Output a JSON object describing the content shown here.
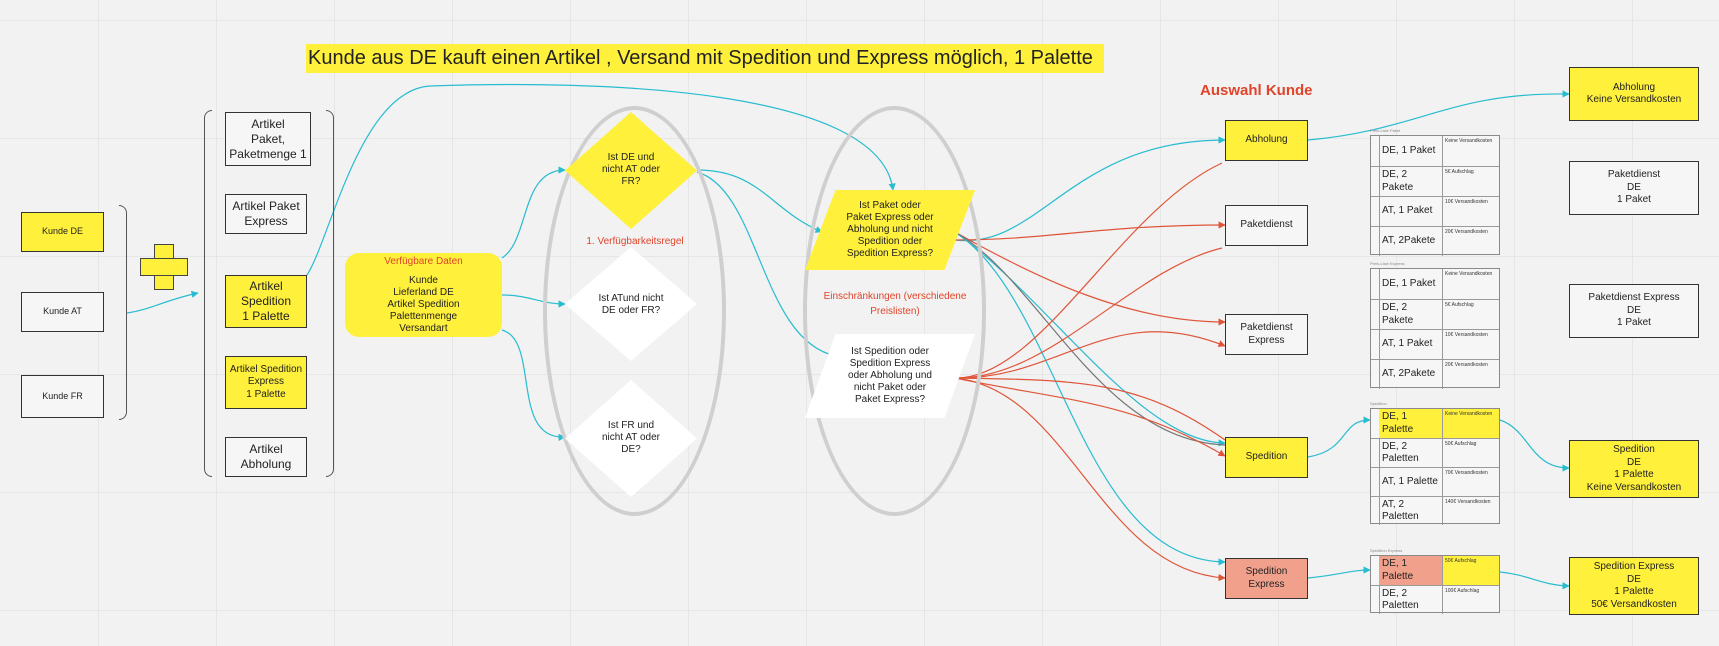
{
  "title": "Kunde aus DE kauft einen Artikel , Versand mit Spedition und Express möglich, 1 Palette",
  "customers": {
    "de": "Kunde DE",
    "at": "Kunde AT",
    "fr": "Kunde FR"
  },
  "articles": {
    "paket": "Artikel\nPaket,\nPaketmenge 1",
    "paket_express": "Artikel Paket\nExpress",
    "spedition": "Artikel\nSpedition\n1 Palette",
    "spedition_express": "Artikel Spedition\nExpress\n1 Palette",
    "abholung": "Artikel\nAbholung"
  },
  "data_box": {
    "heading": "Verfügbare Daten",
    "body": "Kunde\nLieferland DE\nArtikel Spedition\nPalettenmenge\nVersandart"
  },
  "availability": {
    "label": "1. Verfügbarkeitsregel",
    "q_de": "Ist DE und\nnicht AT oder\nFR?",
    "q_at": "Ist ATund nicht\nDE oder FR?",
    "q_fr": "Ist FR und\nnicht AT oder\nDE?"
  },
  "restrictions": {
    "label": "Einschränkungen (verschiedene\nPreislisten)",
    "q_paket": "Ist Paket oder\nPaket Express oder\nAbholung und nicht\nSpedition oder\nSpedition Express?",
    "q_spedition": "Ist Spedition oder\nSpedition Express\noder Abholung und\nnicht Paket oder\nPaket Express?"
  },
  "selection": {
    "label": "Auswahl Kunde",
    "abholung": "Abholung",
    "paketdienst": "Paketdienst",
    "paketdienst_express": "Paketdienst\nExpress",
    "spedition": "Spedition",
    "spedition_express": "Spedition\nExpress"
  },
  "price_tables": [
    {
      "caption": "Preis-Liste Paket",
      "rows": [
        {
          "label": "DE, 1 Paket",
          "note": "Keine Versandkosten",
          "highlight": false
        },
        {
          "label": "DE, 2 Pakete",
          "note": "5€ Aufschlag",
          "highlight": false
        },
        {
          "label": "AT, 1 Paket",
          "note": "10€ Versandkosten",
          "highlight": false
        },
        {
          "label": "AT, 2Pakete",
          "note": "20€ Versandkosten",
          "highlight": false
        }
      ]
    },
    {
      "caption": "Preis-Liste Express",
      "rows": [
        {
          "label": "DE, 1 Paket",
          "note": "Keine Versandkosten",
          "highlight": false
        },
        {
          "label": "DE, 2 Pakete",
          "note": "5€ Aufschlag",
          "highlight": false
        },
        {
          "label": "AT, 1 Paket",
          "note": "10€ Versandkosten",
          "highlight": false
        },
        {
          "label": "AT, 2Pakete",
          "note": "20€ Versandkosten",
          "highlight": false
        }
      ]
    },
    {
      "caption": "Spedition",
      "rows": [
        {
          "label": "DE, 1\nPalette",
          "note": "Keine Versandkosten",
          "highlight": true
        },
        {
          "label": "DE, 2\nPaletten",
          "note": "50€ Aufschlag",
          "highlight": false
        },
        {
          "label": "AT, 1 Palette",
          "note": "70€ Versandkosten",
          "highlight": false
        },
        {
          "label": "AT, 2\nPaletten",
          "note": "140€ Versandkosten",
          "highlight": false
        }
      ]
    },
    {
      "caption": "Spedition Express",
      "rows": [
        {
          "label": "DE, 1\nPalette",
          "note": "50€ Aufschlag",
          "highlight": true
        },
        {
          "label": "DE, 2\nPaletten",
          "note": "100€ Aufschlag",
          "highlight": false
        }
      ]
    }
  ],
  "results": {
    "abholung": "Abholung\nKeine Versandkosten",
    "paketdienst": "Paketdienst\nDE\n1 Paket",
    "paketdienst_express": "Paketdienst Express\nDE\n1 Paket",
    "spedition": "Spedition\nDE\n1 Palette\nKeine Versandkosten",
    "spedition_express": "Spedition Express\nDE\n1 Palette\n50€ Versandkosten"
  },
  "colors": {
    "yellow": "#fff03c",
    "salmon": "#f1a08c",
    "cyan_connector": "#27bcd0",
    "red_connector": "#e0553a",
    "label_red": "#e0442a"
  }
}
